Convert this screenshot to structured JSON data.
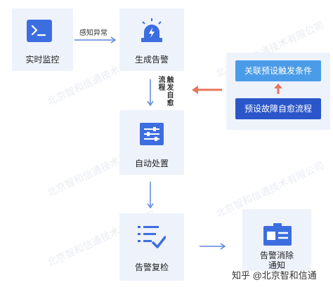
{
  "nodes": {
    "monitor": {
      "label": "实时监控",
      "icon": "terminal-icon"
    },
    "alarm": {
      "label": "生成告警",
      "icon": "siren-icon"
    },
    "auto_handle": {
      "label": "自动处置",
      "icon": "sliders-icon"
    },
    "recheck": {
      "label": "告警复检",
      "icon": "checklist-icon"
    },
    "clear": {
      "label": "告警消除\n通知",
      "icon": "id-card-icon"
    }
  },
  "edges": {
    "sense_anomaly": "感知异常",
    "trigger_self_heal": "触发自愈流程"
  },
  "side_panel": {
    "condition_button": "关联预设触发条件",
    "process_button": "预设故障自愈流程"
  },
  "watermark": "北京智和信通技术有限公司",
  "attribution": "知乎 @北京智和信通",
  "colors": {
    "accent": "#3d6ee0",
    "light_button": "#4b9ce8",
    "dark_button": "#2b56c9",
    "feedback_arrow": "#e8765a",
    "box_bg": "#eef2fb"
  }
}
